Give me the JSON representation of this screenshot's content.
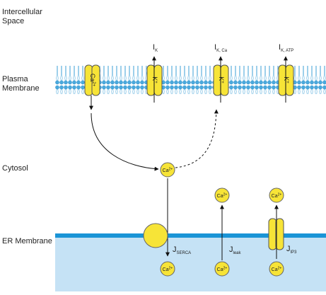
{
  "labels": {
    "intercellular_space": "Intercellular\nSpace",
    "plasma_membrane": "Plasma\nMembrane",
    "cytosol": "Cytosol",
    "er_membrane": "ER Membrane"
  },
  "channels": {
    "ca": {
      "text": "Ca",
      "sup": "2+"
    },
    "k1": {
      "text": "K",
      "sup": "+"
    },
    "k2": {
      "text": "K",
      "sup": "+"
    },
    "k3": {
      "text": "K",
      "sup": "+"
    }
  },
  "currents": {
    "ik": {
      "main": "I",
      "sub": "K"
    },
    "ikca": {
      "main": "I",
      "sub": "K, Ca"
    },
    "ikatp": {
      "main": "I",
      "sub": "K, ATP"
    },
    "jserca": {
      "main": "J",
      "sub": "SERCA"
    },
    "jleak": {
      "main": "J",
      "sub": "leak"
    },
    "jip3": {
      "main": "J",
      "sub": "IP3"
    }
  },
  "ions": {
    "cyto": {
      "text": "Ca",
      "sup": "2+"
    },
    "leak_top": {
      "text": "Ca",
      "sup": "2+"
    },
    "ip3_top": {
      "text": "Ca",
      "sup": "2+"
    },
    "er1": {
      "text": "Ca",
      "sup": "2+"
    },
    "er2": {
      "text": "Ca",
      "sup": "2+"
    },
    "er3": {
      "text": "Ca",
      "sup": "2+"
    }
  },
  "colors": {
    "membrane": "#44a8dc",
    "er_lumen": "#c5e2f5",
    "er_membrane": "#1a94d6",
    "protein_fill": "#f7e437",
    "protein_stroke": "#555555",
    "arrow": "#111111"
  }
}
